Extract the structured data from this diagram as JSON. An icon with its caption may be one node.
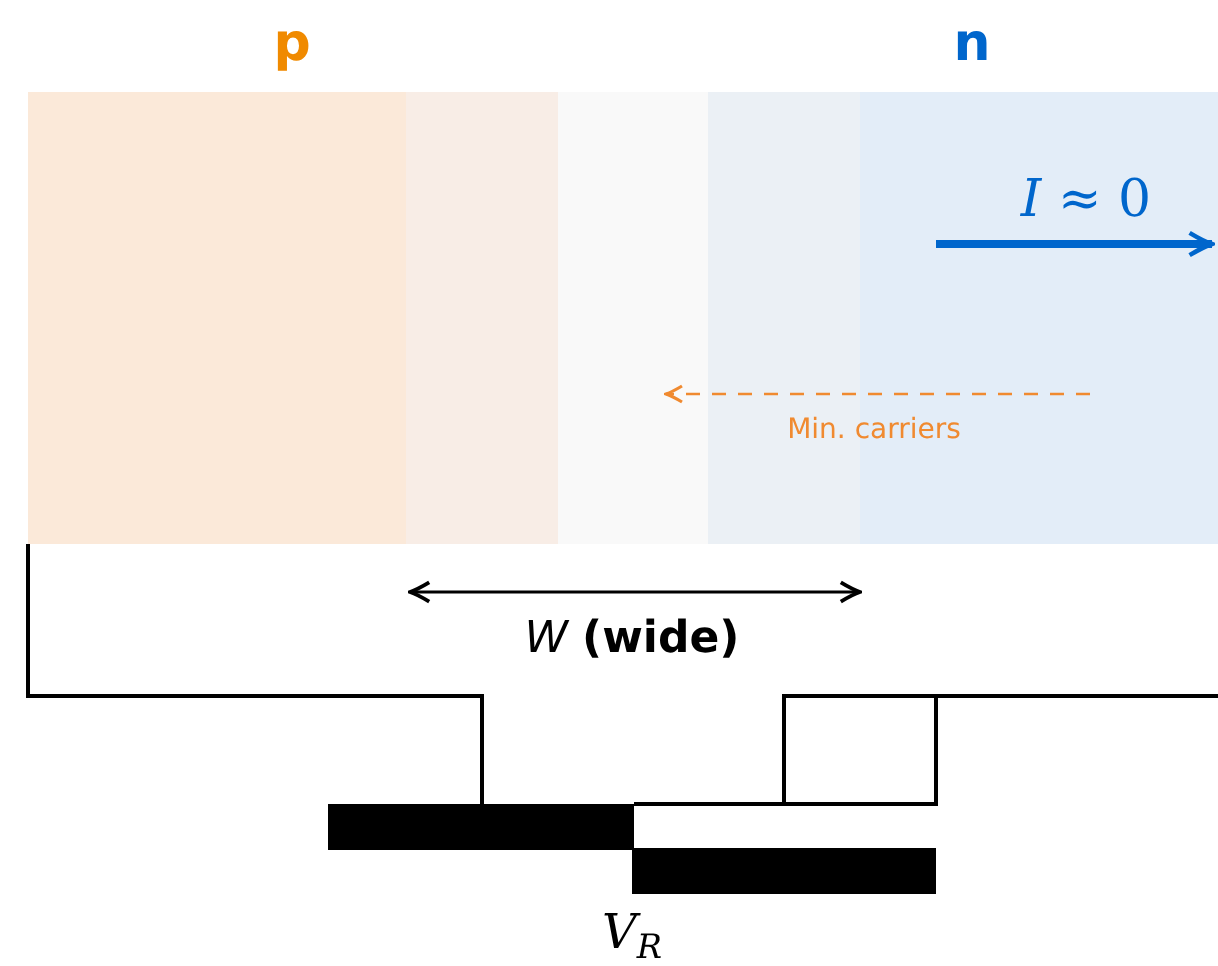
{
  "diagram": {
    "labels": [
      "p",
      "n",
      "*I* ≈ 0",
      "Min. carriers",
      "*W* **(wide)**",
      "*V*$_{R}$"
    ]
  }
}
